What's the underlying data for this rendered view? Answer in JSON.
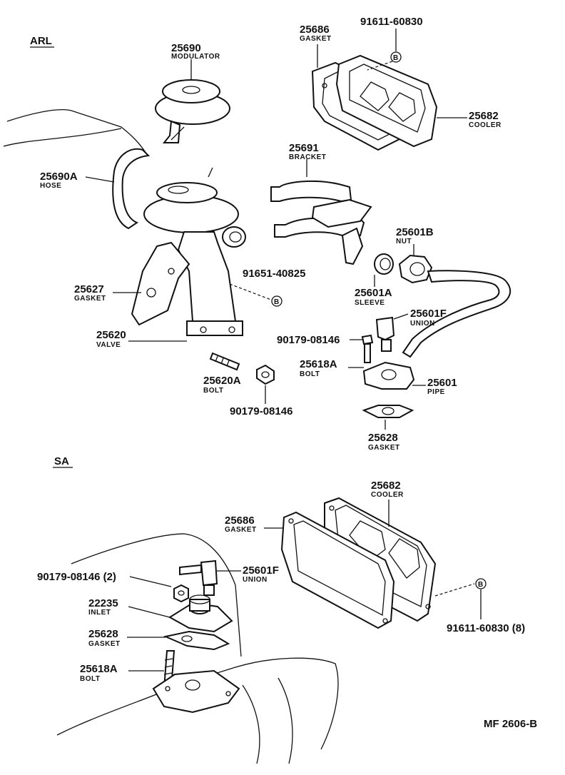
{
  "sections": {
    "top": "ARL",
    "bottom": "SA"
  },
  "footer": {
    "code": "MF 2606-B"
  },
  "callout": {
    "symbol": "B"
  },
  "arl_labels": {
    "p25690": {
      "num": "25690",
      "name": "MODULATOR"
    },
    "p25690A": {
      "num": "25690A",
      "name": "HOSE"
    },
    "p25686": {
      "num": "25686",
      "name": "GASKET"
    },
    "p91611": {
      "num": "91611-60830"
    },
    "p25682": {
      "num": "25682",
      "name": "COOLER"
    },
    "p25691": {
      "num": "25691",
      "name": "BRACKET"
    },
    "p25601B": {
      "num": "25601B",
      "name": "NUT"
    },
    "p91651": {
      "num": "91651-40825"
    },
    "p25627": {
      "num": "25627",
      "name": "GASKET"
    },
    "p25601A": {
      "num": "25601A",
      "name": "SLEEVE"
    },
    "p25601F": {
      "num": "25601F",
      "name": "UNION"
    },
    "p90179a": {
      "num": "90179-08146"
    },
    "p25620": {
      "num": "25620",
      "name": "VALVE"
    },
    "p25618A": {
      "num": "25618A",
      "name": "BOLT"
    },
    "p25601": {
      "num": "25601",
      "name": "PIPE"
    },
    "p25620A": {
      "num": "25620A",
      "name": "BOLT"
    },
    "p90179b": {
      "num": "90179-08146"
    },
    "p25628": {
      "num": "25628",
      "name": "GASKET"
    }
  },
  "sa_labels": {
    "p25682": {
      "num": "25682",
      "name": "COOLER"
    },
    "p25686": {
      "num": "25686",
      "name": "GASKET"
    },
    "p25601F": {
      "num": "25601F",
      "name": "UNION"
    },
    "p90179": {
      "num": "90179-08146 (2)"
    },
    "p22235": {
      "num": "22235",
      "name": "INLET"
    },
    "p25628": {
      "num": "25628",
      "name": "GASKET"
    },
    "p25618A": {
      "num": "25618A",
      "name": "BOLT"
    },
    "p91611": {
      "num": "91611-60830 (8)"
    }
  }
}
